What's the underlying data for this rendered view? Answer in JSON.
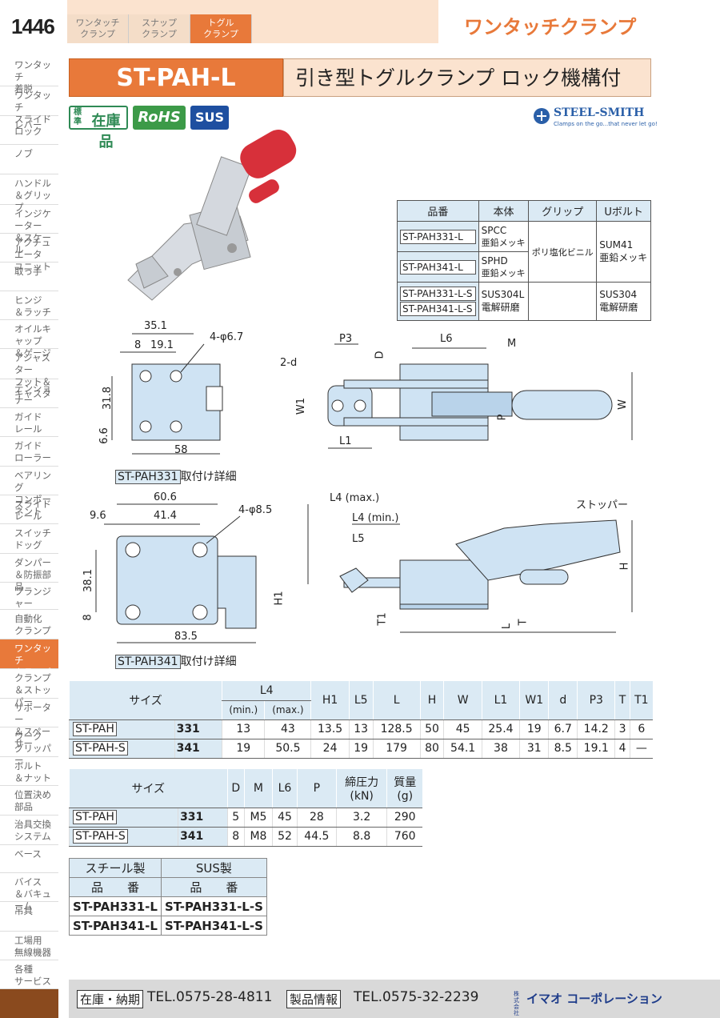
{
  "header": {
    "page_number": "1446",
    "tabs": [
      {
        "line1": "ワンタッチ",
        "line2": "クランプ"
      },
      {
        "line1": "スナップ",
        "line2": "クランプ"
      },
      {
        "line1": "トグル",
        "line2": "クランプ"
      }
    ],
    "category": "ワンタッチクランプ"
  },
  "sidebar": [
    {
      "l1": "ワンタッチ",
      "l2": "着脱"
    },
    {
      "l1": "ワンタッチ",
      "l2": "スライドロック"
    },
    {
      "l1": "レバー",
      "l2": ""
    },
    {
      "l1": "ノブ",
      "l2": ""
    },
    {
      "l1": "ハンドル",
      "l2": "＆グリップ"
    },
    {
      "l1": "インジケーター",
      "l2": "＆スケール"
    },
    {
      "l1": "アクチュエータ",
      "l2": "ユニット"
    },
    {
      "l1": "取っ手",
      "l2": ""
    },
    {
      "l1": "ヒンジ",
      "l2": "＆ラッチ"
    },
    {
      "l1": "オイルキャップ",
      "l2": "＆ゲージ"
    },
    {
      "l1": "アジャスター",
      "l2": "フット＆キャスタ"
    },
    {
      "l1": "テンショナー",
      "l2": ""
    },
    {
      "l1": "ガイド",
      "l2": "レール"
    },
    {
      "l1": "ガイド",
      "l2": "ローラー"
    },
    {
      "l1": "ベアリング",
      "l2": "コンポーネント"
    },
    {
      "l1": "スライド",
      "l2": "レール"
    },
    {
      "l1": "スイッチ",
      "l2": "ドッグ"
    },
    {
      "l1": "ダンパー",
      "l2": "＆防振部品"
    },
    {
      "l1": "プランジャー",
      "l2": ""
    },
    {
      "l1": "自動化",
      "l2": "クランプ"
    },
    {
      "l1": "ワンタッチ",
      "l2": "クランプ"
    },
    {
      "l1": "クランプ",
      "l2": "＆ストッパー"
    },
    {
      "l1": "サポーター",
      "l2": "＆スペーサー"
    },
    {
      "l1": "ワーク",
      "l2": "グリッパー"
    },
    {
      "l1": "ボルト",
      "l2": "＆ナット"
    },
    {
      "l1": "位置決め",
      "l2": "部品"
    },
    {
      "l1": "治具交換",
      "l2": "システム"
    },
    {
      "l1": "ベース",
      "l2": ""
    },
    {
      "l1": "バイス",
      "l2": "＆バキューム"
    },
    {
      "l1": "吊具",
      "l2": ""
    },
    {
      "l1": "工場用",
      "l2": "無線機器"
    },
    {
      "l1": "各種",
      "l2": "サービス"
    }
  ],
  "title": {
    "code": "ST-PAH-L",
    "name": "引き型トグルクランプ ロック機構付"
  },
  "badges": {
    "stock_small": "標準",
    "stock": "在庫品",
    "rohs": "RoHS",
    "sus": "SUS"
  },
  "brand": {
    "name": "STEEL-SMITH",
    "tagline": "Clamps on the go...that never let go!"
  },
  "spec_table": {
    "headers": [
      "品番",
      "本体",
      "グリップ",
      "Uボルト"
    ],
    "codes": [
      "ST-PAH331-L",
      "ST-PAH341-L",
      "ST-PAH331-L-S",
      "ST-PAH341-L-S"
    ],
    "body": [
      {
        "a": "SPCC",
        "b": "亜鉛メッキ"
      },
      {
        "a": "SPHD",
        "b": "亜鉛メッキ"
      },
      {
        "a": "SUS304L",
        "b": "電解研磨"
      }
    ],
    "grip": "ポリ塩化ビニル",
    "ubolt": [
      {
        "a": "SUM41",
        "b": "亜鉛メッキ"
      },
      {
        "a": "SUS304",
        "b": "電解研磨"
      }
    ]
  },
  "drawings": {
    "d331": {
      "w": "35.1",
      "a": "8",
      "b": "19.1",
      "holes": "4-φ6.7",
      "h": "31.8",
      "c": "6.6",
      "base": "58",
      "caption_code": "ST-PAH331",
      "caption": "取付け詳細"
    },
    "d341": {
      "w": "60.6",
      "b": "41.4",
      "a": "9.6",
      "holes": "4-φ8.5",
      "h": "38.1",
      "c": "8",
      "base": "83.5",
      "caption_code": "ST-PAH341",
      "caption": "取付け詳細"
    },
    "top_view": {
      "p3": "P3",
      "l6": "L6",
      "d": "D",
      "m": "M",
      "two_d": "2-d",
      "w1": "W1",
      "p": "P",
      "w": "W",
      "l1": "L1"
    },
    "side_view": {
      "l4max": "L4 (max.)",
      "l4min": "L4 (min.)",
      "l5": "L5",
      "stopper": "ストッパー",
      "h1": "H1",
      "t1": "T1",
      "t": "T",
      "l": "L",
      "h": "H"
    }
  },
  "dims_table1": {
    "size_label": "サイズ",
    "l4": "L4",
    "l4min": "(min.)",
    "l4max": "(max.)",
    "cols": [
      "H1",
      "L5",
      "L",
      "H",
      "W",
      "L1",
      "W1",
      "d",
      "P3",
      "T",
      "T1"
    ],
    "rows": [
      {
        "name": "ST-PAH",
        "num": "331",
        "vals": [
          "13",
          "43",
          "13.5",
          "13",
          "128.5",
          "50",
          "45",
          "25.4",
          "19",
          "6.7",
          "14.2",
          "3",
          "6"
        ]
      },
      {
        "name": "ST-PAH-S",
        "num": "341",
        "vals": [
          "19",
          "50.5",
          "24",
          "19",
          "179",
          "80",
          "54.1",
          "38",
          "31",
          "8.5",
          "19.1",
          "4",
          "—"
        ]
      }
    ]
  },
  "dims_table2": {
    "size_label": "サイズ",
    "cols": [
      "D",
      "M",
      "L6",
      "P"
    ],
    "force": "締圧力",
    "force_unit": "(kN)",
    "mass": "質量",
    "mass_unit": "(g)",
    "rows": [
      {
        "name": "ST-PAH",
        "num": "331",
        "vals": [
          "5",
          "M5",
          "45",
          "28",
          "3.2",
          "290"
        ]
      },
      {
        "name": "ST-PAH-S",
        "num": "341",
        "vals": [
          "8",
          "M8",
          "52",
          "44.5",
          "8.8",
          "760"
        ]
      }
    ]
  },
  "order_table": {
    "h1": "スチール製",
    "h2": "SUS製",
    "sub": "品　　番",
    "rows": [
      [
        "ST-PAH331-L",
        "ST-PAH331-L-S"
      ],
      [
        "ST-PAH341-L",
        "ST-PAH341-L-S"
      ]
    ]
  },
  "footer": {
    "stock_label": "在庫・納期",
    "stock_tel": "TEL.0575-28-4811",
    "info_label": "製品情報",
    "info_tel": "TEL.0575-32-2239",
    "company_prefix": "株式会社",
    "company": "イマオ コーポレーション"
  }
}
